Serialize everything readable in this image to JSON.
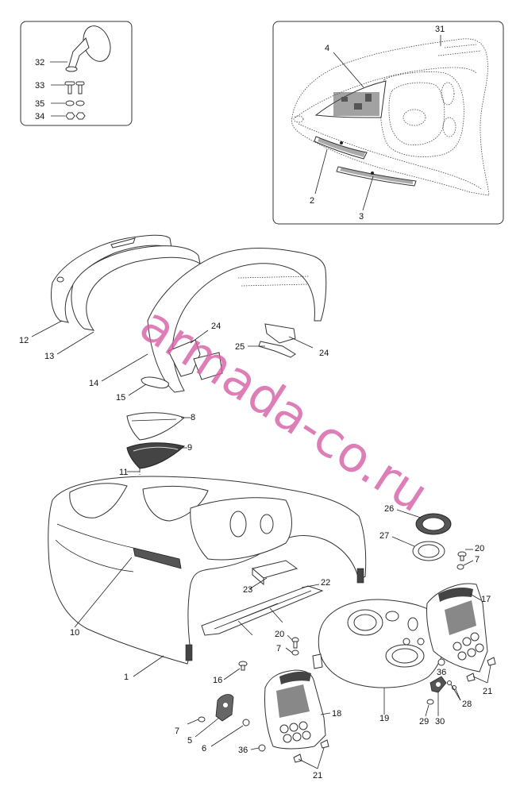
{
  "watermark": "armada-co.ru",
  "labels": {
    "l1": "1",
    "l2": "2",
    "l3": "3",
    "l4": "4",
    "l5": "5",
    "l6": "6",
    "l7a": "7",
    "l7b": "7",
    "l7c": "7",
    "l8": "8",
    "l9": "9",
    "l10": "10",
    "l11": "11",
    "l12": "12",
    "l13": "13",
    "l14": "14",
    "l15": "15",
    "l16": "16",
    "l17": "17",
    "l18": "18",
    "l19": "19",
    "l20a": "20",
    "l20b": "20",
    "l21a": "21",
    "l21b": "21",
    "l22": "22",
    "l23": "23",
    "l24a": "24",
    "l24b": "24",
    "l25": "25",
    "l26": "26",
    "l27": "27",
    "l28": "28",
    "l29": "29",
    "l30": "30",
    "l31": "31",
    "l32": "32",
    "l33": "33",
    "l34": "34",
    "l35": "35",
    "l36a": "36",
    "l36b": "36"
  }
}
